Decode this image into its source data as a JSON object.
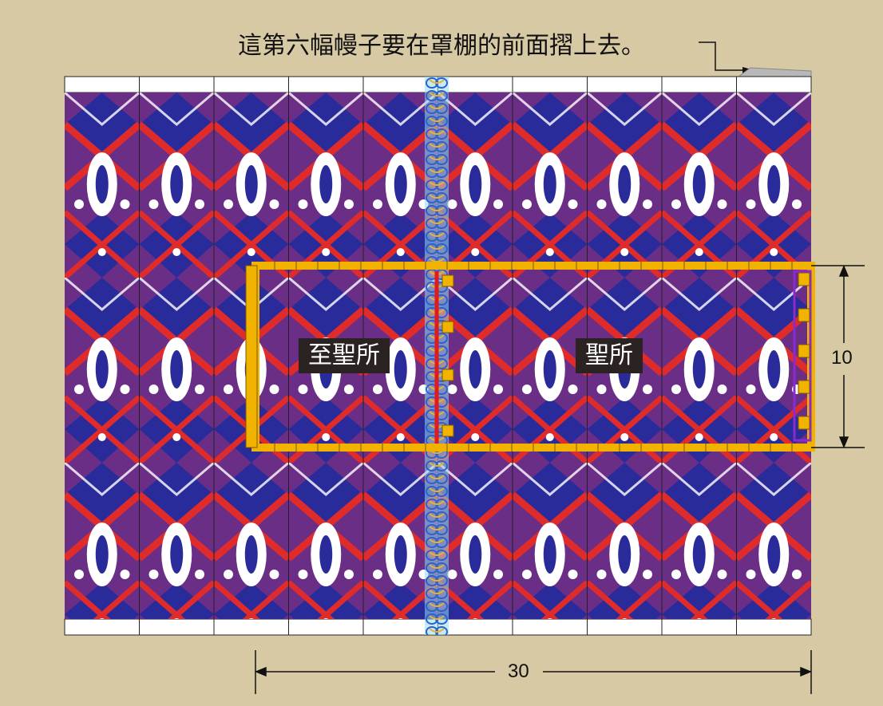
{
  "caption": "這第六幅幔子要在罩棚的前面摺上去。",
  "labels": {
    "most_holy": "至聖所",
    "holy": "聖所"
  },
  "dimensions": {
    "height": "10",
    "width": "30"
  },
  "colors": {
    "background": "#d6c9a4",
    "curtain_blue": "#2a2b9a",
    "curtain_purple": "#6a2e86",
    "curtain_red": "#e02b2b",
    "frame_gold": "#f2b300",
    "seam_cyan": "#7fd6ee",
    "veil_red": "#e11b1b"
  },
  "panels": 10
}
